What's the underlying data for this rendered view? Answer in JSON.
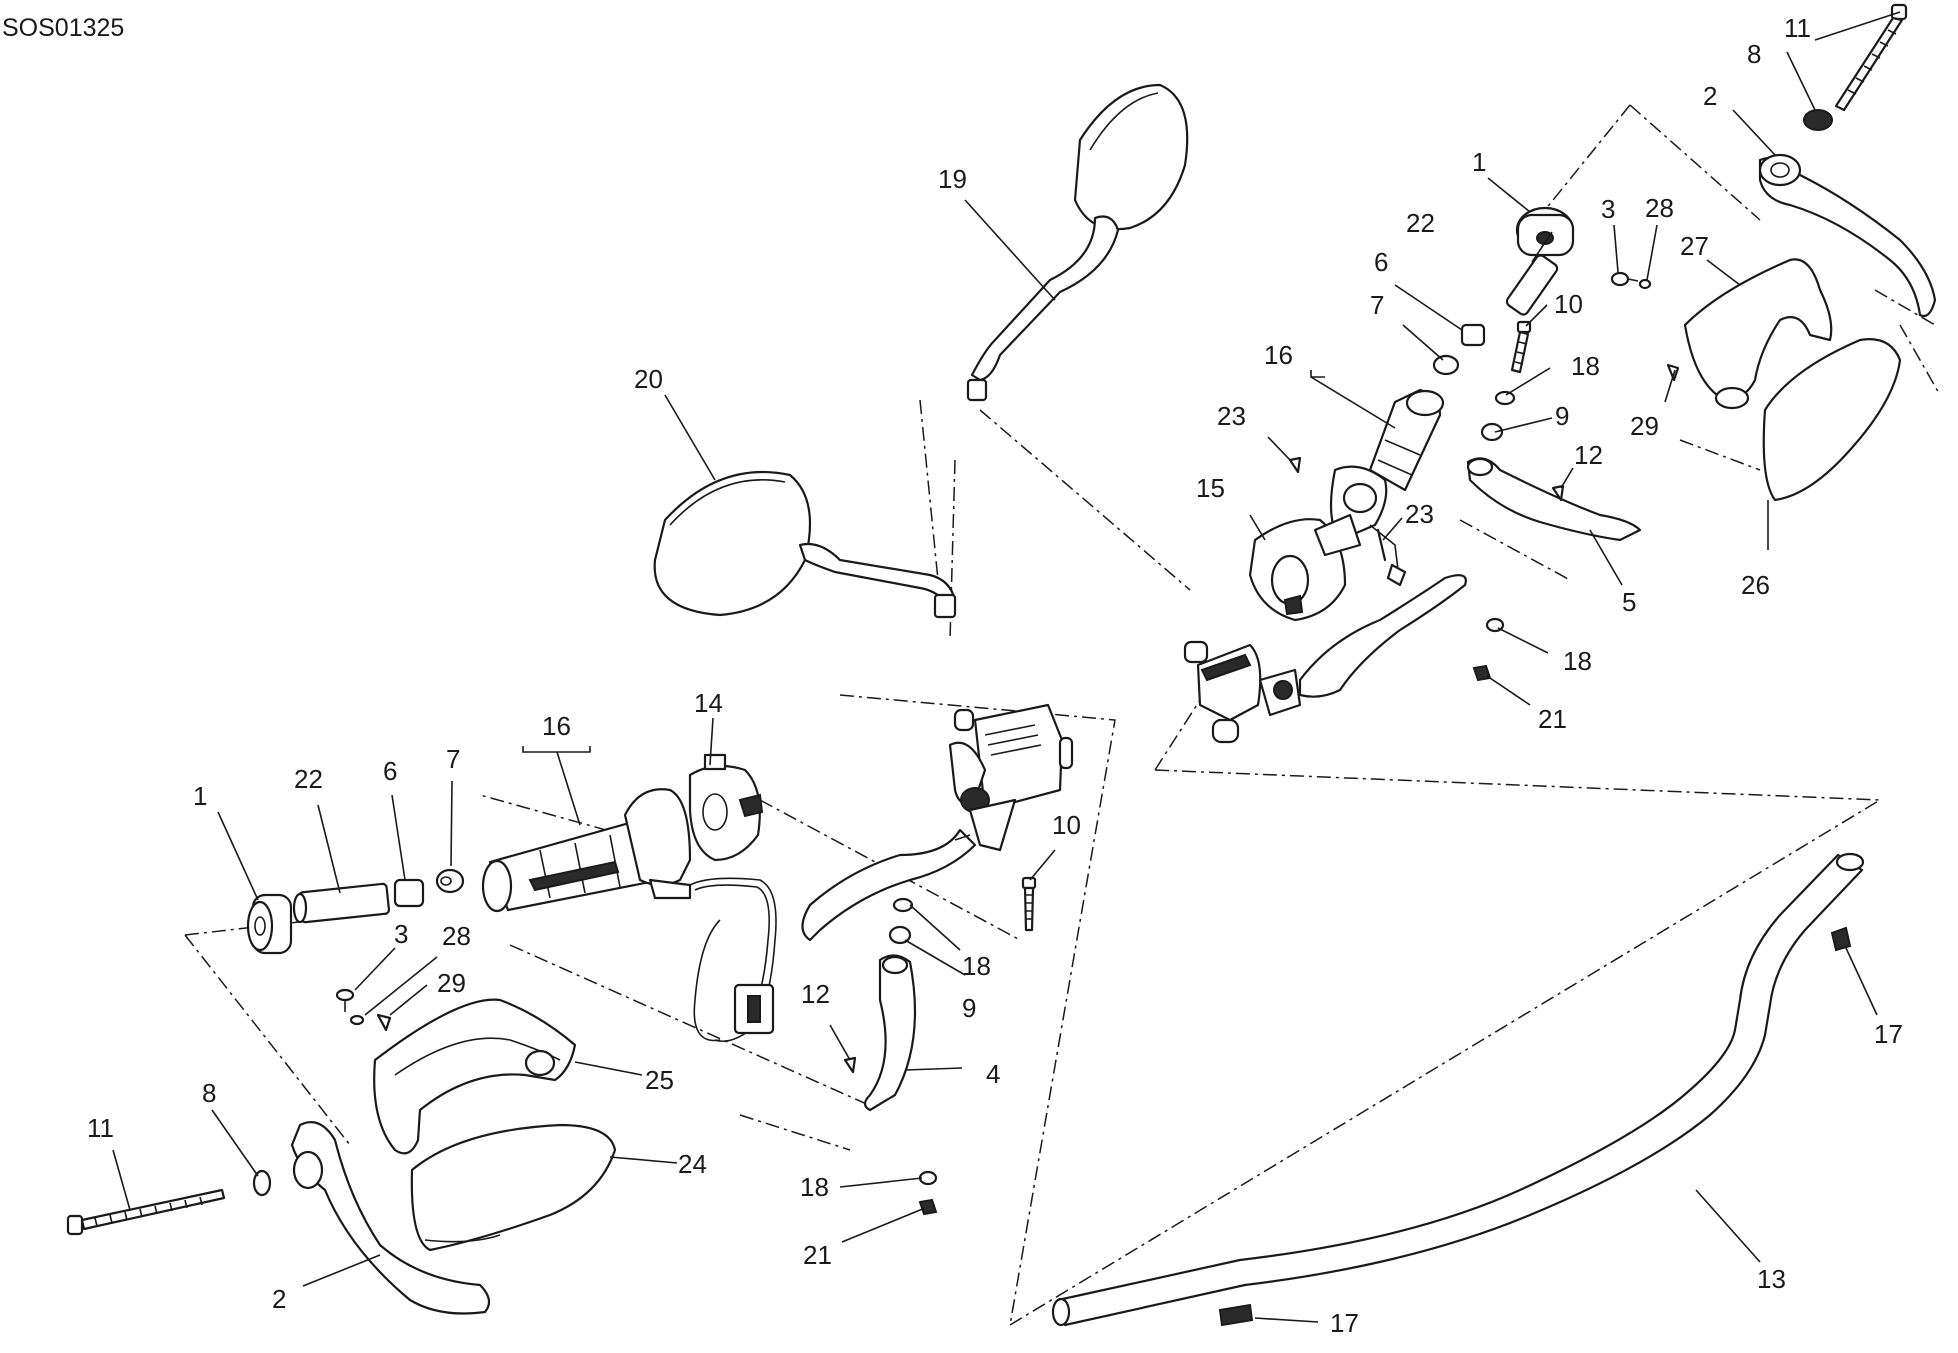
{
  "drawing_code": "SOS01325",
  "callouts": {
    "l1": "1",
    "l22": "22",
    "l6": "6",
    "l7": "7",
    "l16": "16",
    "l14": "14",
    "l3": "3",
    "l28": "28",
    "l29": "29",
    "l25": "25",
    "l24": "24",
    "l8": "8",
    "l11": "11",
    "l2": "2",
    "l20": "20",
    "l19": "19",
    "l10": "10",
    "l18a": "18",
    "l9": "9",
    "l12": "12",
    "l4": "4",
    "l18b": "18",
    "l21": "21",
    "r11": "11",
    "r8": "8",
    "r2": "2",
    "r1": "1",
    "r22": "22",
    "r3": "3",
    "r28": "28",
    "r27": "27",
    "r6": "6",
    "r10": "10",
    "r7": "7",
    "r16": "16",
    "r18a": "18",
    "r23a": "23",
    "r9": "9",
    "r29": "29",
    "r15": "15",
    "r12": "12",
    "r23b": "23",
    "r26": "26",
    "r5": "5",
    "r18b": "18",
    "r21": "21",
    "r17a": "17",
    "r13": "13",
    "r17b": "17"
  },
  "colors": {
    "line": "#1a1a1a",
    "background": "#ffffff"
  }
}
